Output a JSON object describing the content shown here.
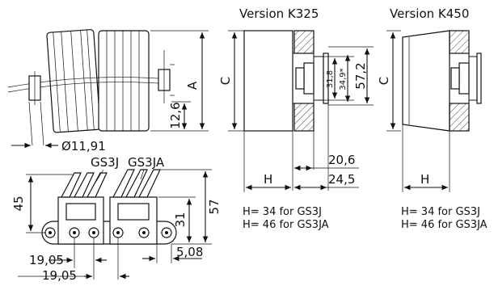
{
  "titles": {
    "version_k325": "Version K325",
    "version_k450": "Version K450"
  },
  "chain_top": {
    "dim_a": "A",
    "dim_126": "12,6",
    "dim_diameter": "Ø11,91"
  },
  "chain_side": {
    "label_gs3j": "GS3J",
    "label_gs3ja": "GS3JA",
    "dim_45": "45",
    "dim_57": "57",
    "dim_31": "31",
    "dim_1905_a": "19,05",
    "dim_1905_b": "19,05",
    "dim_508": "5,08"
  },
  "k325": {
    "dim_c": "C",
    "dim_h": "H",
    "dim_318": "31,8",
    "dim_349": "34,9*",
    "dim_572": "57,2",
    "dim_206": "20,6",
    "dim_245": "24,5",
    "note_1": "H= 34 for GS3J",
    "note_2": "H= 46 for GS3JA"
  },
  "k450": {
    "dim_c": "C",
    "dim_h": "H",
    "note_1": "H= 34 for GS3J",
    "note_2": "H= 46 for GS3JA"
  }
}
